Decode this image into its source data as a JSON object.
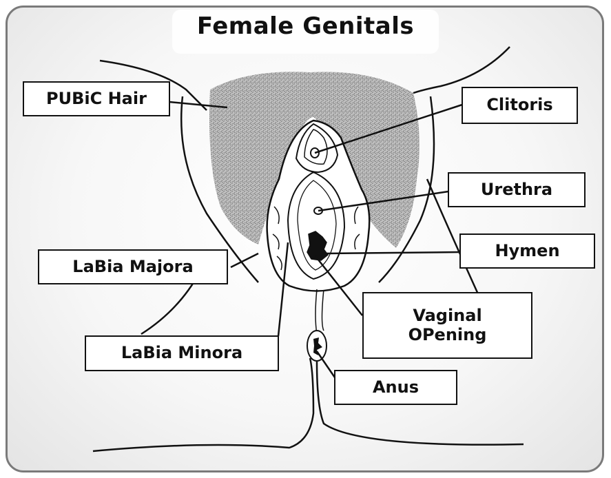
{
  "title": "Female Genitals",
  "labels": {
    "pubic_hair": "PUBiC Hair",
    "clitoris": "Clitoris",
    "urethra": "Urethra",
    "hymen": "Hymen",
    "labia_majora": "LaBia Majora",
    "vaginal_opening_line1": "Vaginal",
    "vaginal_opening_line2": "OPening",
    "labia_minora": "LaBia Minora",
    "anus": "Anus"
  },
  "colors": {
    "outline": "#111111",
    "frame": "#7a7a7a",
    "hair": "#8a8a8a",
    "label_fill": "#ffffff"
  }
}
